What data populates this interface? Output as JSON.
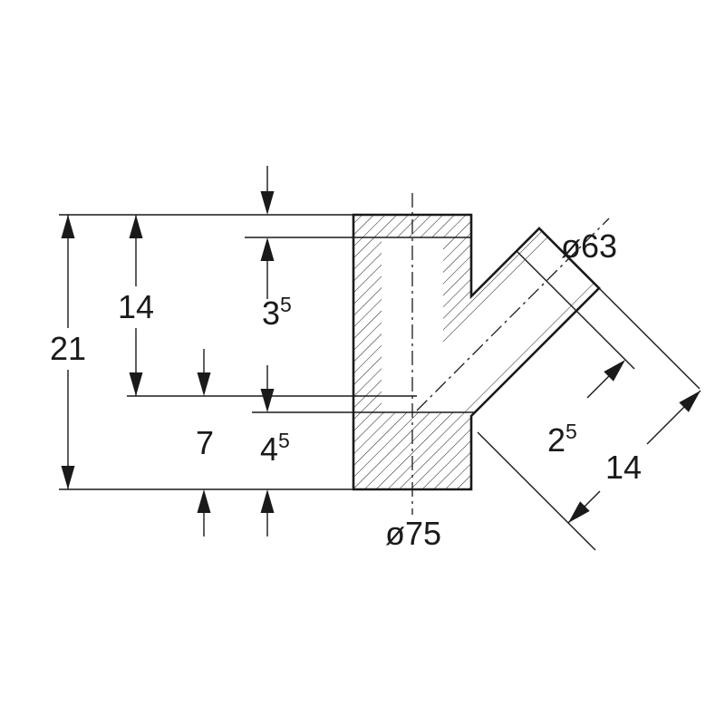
{
  "drawing": {
    "background": "#ffffff",
    "line_color": "#1a1a1a",
    "labels": {
      "overall_height": {
        "value": "21"
      },
      "upper_height": {
        "value": "14"
      },
      "top_insertion_depth": {
        "value": "3",
        "sup": "5"
      },
      "lower_height": {
        "value": "7"
      },
      "bottom_insertion_depth": {
        "value": "4",
        "sup": "5"
      },
      "branch_insertion_depth": {
        "value": "2",
        "sup": "5"
      },
      "branch_length": {
        "value": "14"
      },
      "main_diameter": {
        "value": "ø75"
      },
      "branch_diameter": {
        "value": "ø63"
      }
    }
  }
}
